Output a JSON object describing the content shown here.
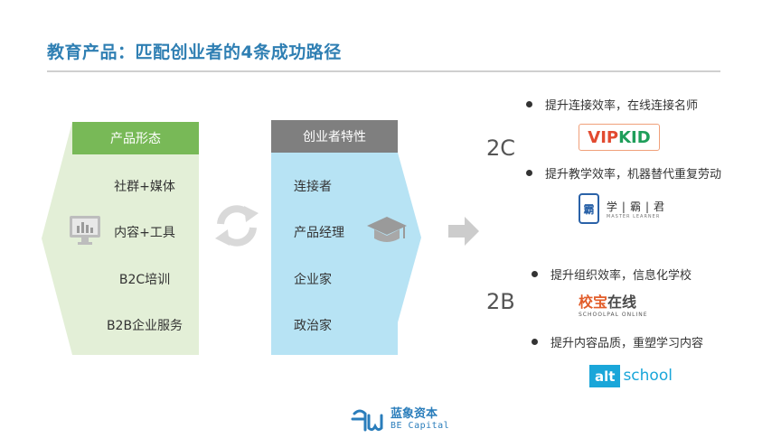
{
  "title": "教育产品：匹配创业者的4条成功路径",
  "left_panel": {
    "header": "产品形态",
    "items": [
      "社群+媒体",
      "内容+工具",
      "B2C培训",
      "B2B企业服务"
    ]
  },
  "middle_panel": {
    "header": "创业者特性",
    "items": [
      "连接者",
      "产品经理",
      "企业家",
      "政治家"
    ]
  },
  "paths": [
    {
      "tag": "2C",
      "bullets": [
        {
          "text": "提升连接效率，在线连接名师",
          "logo": "VIPKID"
        },
        {
          "text": "提升教学效率，机器替代重复劳动",
          "logo": "学霸君"
        }
      ]
    },
    {
      "tag": "2B",
      "bullets": [
        {
          "text": "提升组织效率，信息化学校",
          "logo": "校宝在线"
        },
        {
          "text": "提升内容品质，重塑学习内容",
          "logo": "altschool"
        }
      ]
    }
  ],
  "logos": {
    "vipkid_left": "VIP",
    "vipkid_right": "KID",
    "xuebajun_badge": "霸",
    "xuebajun_text": "学|霸|君",
    "xuebajun_sub": "MASTER LEARNER",
    "xiaobao_main_a": "校宝",
    "xiaobao_main_b": "在线",
    "xiaobao_sub": "SCHOOLPAL ONLINE",
    "alt_box": "alt",
    "alt_word": "school"
  },
  "footer": {
    "brand_cn": "蓝象资本",
    "brand_en": "BE Capital"
  },
  "colors": {
    "title": "#2f7fb3",
    "green_header": "#78b957",
    "green_panel": "#e3efd7",
    "blue_panel": "#b7e3f4",
    "grey_header": "#7f7f7f",
    "icon_grey": "#d9d9d9"
  },
  "icons": [
    "monitor-chart-icon",
    "refresh-cycle-icon",
    "graduation-cap-icon",
    "right-arrow-icon",
    "be-capital-logo-icon"
  ]
}
